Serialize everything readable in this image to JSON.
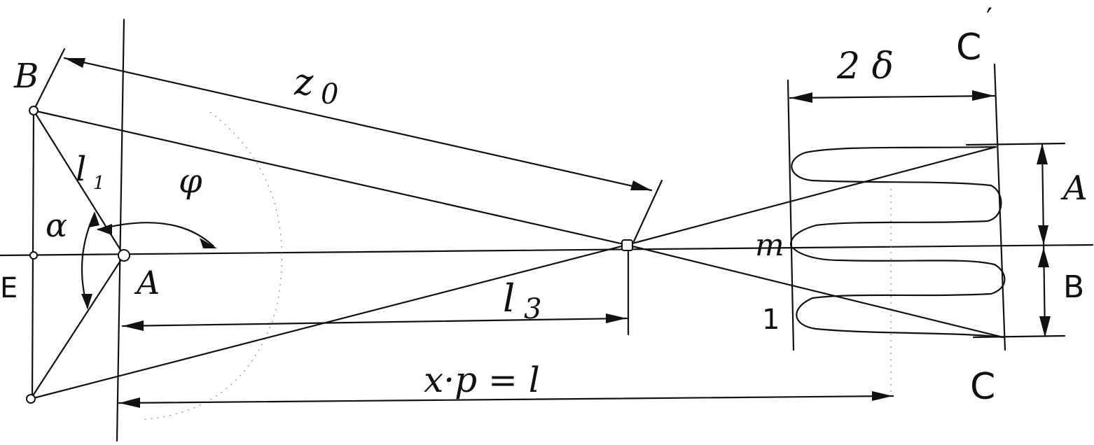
{
  "labels": {
    "point_B": "B",
    "point_E": "E",
    "point_A": "A",
    "link_l1": "l",
    "link_l1_sub": "1",
    "angle_alpha": "α",
    "angle_phi": "φ",
    "length_z0": "z",
    "length_z0_sub": "0",
    "length_l3": "l",
    "length_l3_sub": "3",
    "formula_l": "x·p = l",
    "width_2delta": "2 δ",
    "corner_C_prime": "C",
    "corner_C_prime_mark": "′",
    "corner_C": "C",
    "point_m": "m",
    "point_1": "1",
    "amplitude_A": "A",
    "amplitude_B": "B"
  }
}
